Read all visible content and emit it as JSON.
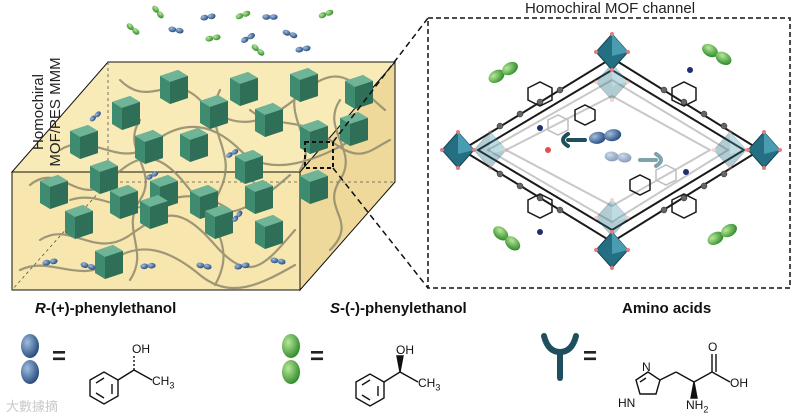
{
  "figure": {
    "channel_title": "Homochiral MOF channel",
    "membrane_label_line1": "Homochiral",
    "membrane_label_line2": "MOF/PES MMM"
  },
  "legend": {
    "r_prefix": "R",
    "r_suffix": "-(+)-phenylethanol",
    "s_prefix": "S",
    "s_suffix": "-(-)-phenylethanol",
    "amino_label": "Amino acids",
    "equals": "="
  },
  "chem_labels": {
    "oh": "OH",
    "ch3": "CH",
    "ch3_sub": "3",
    "nh2": "NH",
    "nh2_sub": "2",
    "cooh": "OH",
    "o": "O",
    "n": "N",
    "hn": "HN"
  },
  "watermark": "大數據摘",
  "colors": {
    "blue_molecule": "#2f5a8e",
    "green_molecule": "#49a43b",
    "mof_crystal": "#3e8a6e",
    "membrane": "#f7e9b4",
    "node": "#1f6e80",
    "amino": "#1d4f5e"
  }
}
